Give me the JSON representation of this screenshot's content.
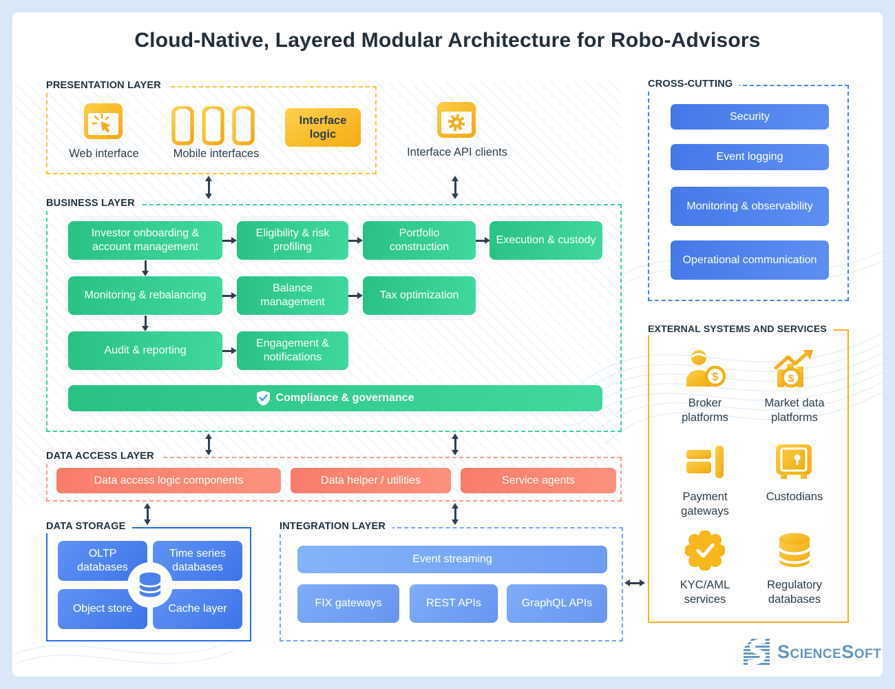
{
  "title": "Cloud-Native, Layered Modular Architecture for Robo-Advisors",
  "presentation": {
    "label": "PRESENTATION LAYER",
    "web_interface": "Web interface",
    "mobile_interfaces": "Mobile interfaces",
    "interface_logic": "Interface logic",
    "api_clients": "Interface API clients"
  },
  "business": {
    "label": "BUSINESS LAYER",
    "row1": [
      "Investor onboarding & account management",
      "Eligibility & risk profiling",
      "Portfolio construction",
      "Execution & custody"
    ],
    "row2": [
      "Monitoring & rebalancing",
      "Balance management",
      "Tax optimization"
    ],
    "row3": [
      "Audit & reporting",
      "Engagement & notifications"
    ],
    "compliance": "Compliance & governance"
  },
  "data_access": {
    "label": "DATA ACCESS LAYER",
    "boxes": [
      "Data access logic components",
      "Data helper / utilities",
      "Service agents"
    ]
  },
  "data_storage": {
    "label": "DATA STORAGE",
    "boxes": [
      "OLTP databases",
      "Time series databases",
      "Object store",
      "Cache layer"
    ]
  },
  "integration": {
    "label": "INTEGRATION LAYER",
    "event_streaming": "Event streaming",
    "apis": [
      "FIX gateways",
      "REST APIs",
      "GraphQL APIs"
    ]
  },
  "cross_cutting": {
    "label": "CROSS-CUTTING",
    "boxes": [
      "Security",
      "Event logging",
      "Monitoring & observability",
      "Operational communication"
    ]
  },
  "external": {
    "label": "EXTERNAL SYSTEMS AND SERVICES",
    "items": [
      {
        "label": "Broker platforms",
        "icon": "broker-platforms-icon"
      },
      {
        "label": "Market data platforms",
        "icon": "market-data-icon"
      },
      {
        "label": "Payment gateways",
        "icon": "payment-card-icon"
      },
      {
        "label": "Custodians",
        "icon": "safe-icon"
      },
      {
        "label": "KYC/AML services",
        "icon": "verification-badge-icon"
      },
      {
        "label": "Regulatory databases",
        "icon": "database-icon"
      }
    ]
  },
  "brand": {
    "name": "ScienceSoft"
  },
  "icons": {
    "web-interface-icon": "browser window with click cursor",
    "mobile-phone-icon": "smartphone outline x3",
    "api-clients-icon": "browser window with gear",
    "shield-check-icon": "white shield with blue check",
    "database-blue-icon": "blue database cylinders",
    "broker-platforms-icon": "person with dollar coin",
    "market-data-icon": "rising chart with dollar coin",
    "payment-card-icon": "credit card with terminal bar",
    "safe-icon": "vault with keyhole",
    "verification-badge-icon": "seal badge with check",
    "database-icon": "yellow database cylinders",
    "brand-logo-icon": "striped S emblem"
  },
  "colors": {
    "page_bg": "#d9e7f8",
    "canvas": "#ffffff",
    "navy_text": "#2c3e4c",
    "green": "#35cf94",
    "salmon": "#fa8674",
    "blue": "#4d82ec",
    "light_blue": "#79a9f5",
    "yellow": "#f6b51e",
    "arrow": "#2f4050",
    "brand_blue": "#6496c8"
  }
}
